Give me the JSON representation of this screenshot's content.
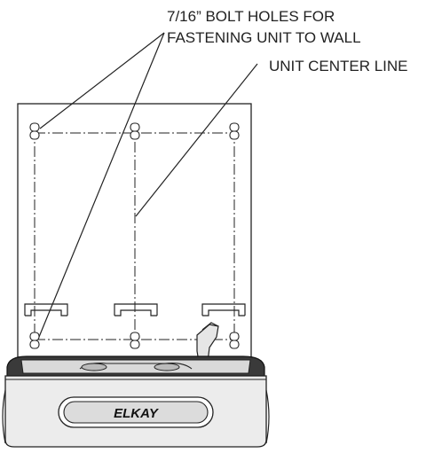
{
  "diagram": {
    "annotations": {
      "bolt_holes_line1": "7/16” BOLT  HOLES FOR",
      "bolt_holes_line2": "FASTENING UNIT TO WALL",
      "center_line": "UNIT CENTER LINE"
    },
    "logo_text": "ELKAY"
  }
}
